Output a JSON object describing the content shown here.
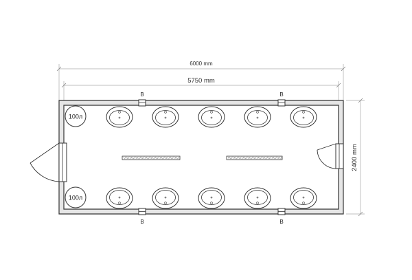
{
  "dimensions": {
    "overall_length": "6000 mm",
    "inner_length": "5750 mm",
    "width": "2400 mm"
  },
  "window_tag": "B",
  "tank_label": "100л",
  "counts": {
    "sinks_per_row": 5,
    "windows_per_wall": 2
  },
  "colors": {
    "wall_fill": "#e6e6e6",
    "line": "#333333",
    "dimension_line": "#999999"
  }
}
